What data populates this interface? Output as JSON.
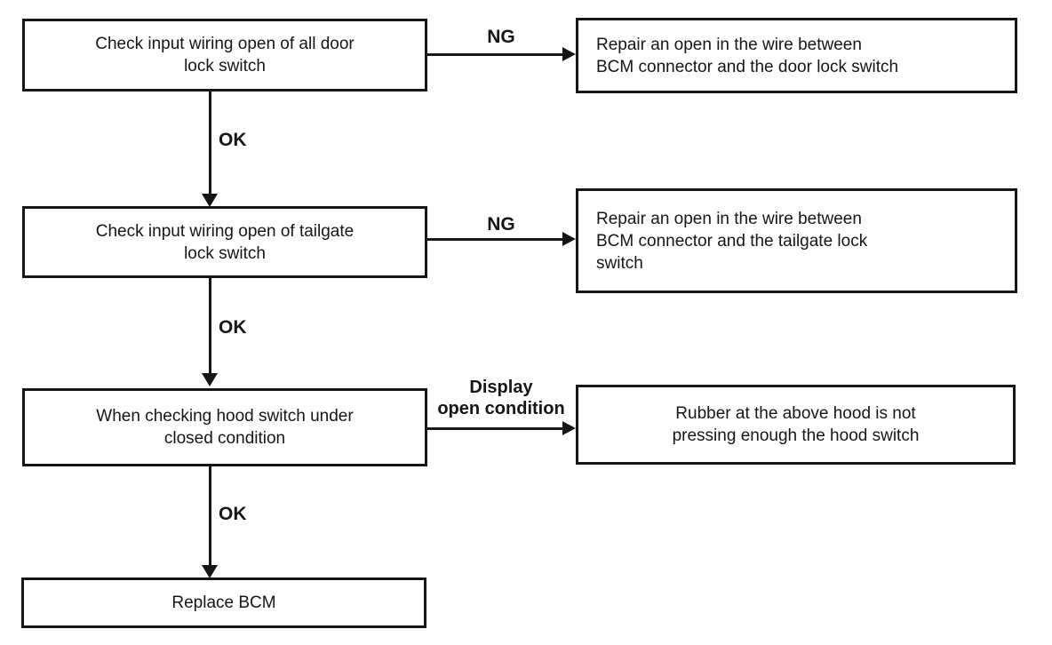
{
  "flowchart": {
    "steps": [
      {
        "text": "Check input wiring open of all door\nlock switch"
      },
      {
        "text": "Check input wiring open of tailgate\nlock switch"
      },
      {
        "text": "When checking hood switch under\nclosed condition"
      },
      {
        "text": "Replace BCM"
      }
    ],
    "results": [
      {
        "text": "Repair an open in the wire between\nBCM connector and the door lock switch"
      },
      {
        "text": "Repair an open in the wire between\nBCM connector and the tailgate lock\nswitch"
      },
      {
        "text": "Rubber at the above hood is not\npressing enough the hood switch"
      }
    ],
    "edge_labels": {
      "ng1": "NG",
      "ng2": "NG",
      "ok1": "OK",
      "ok2": "OK",
      "ok3": "OK",
      "display": "Display\nopen condition"
    },
    "colors": {
      "ink": "#161616",
      "background": "#ffffff"
    }
  }
}
